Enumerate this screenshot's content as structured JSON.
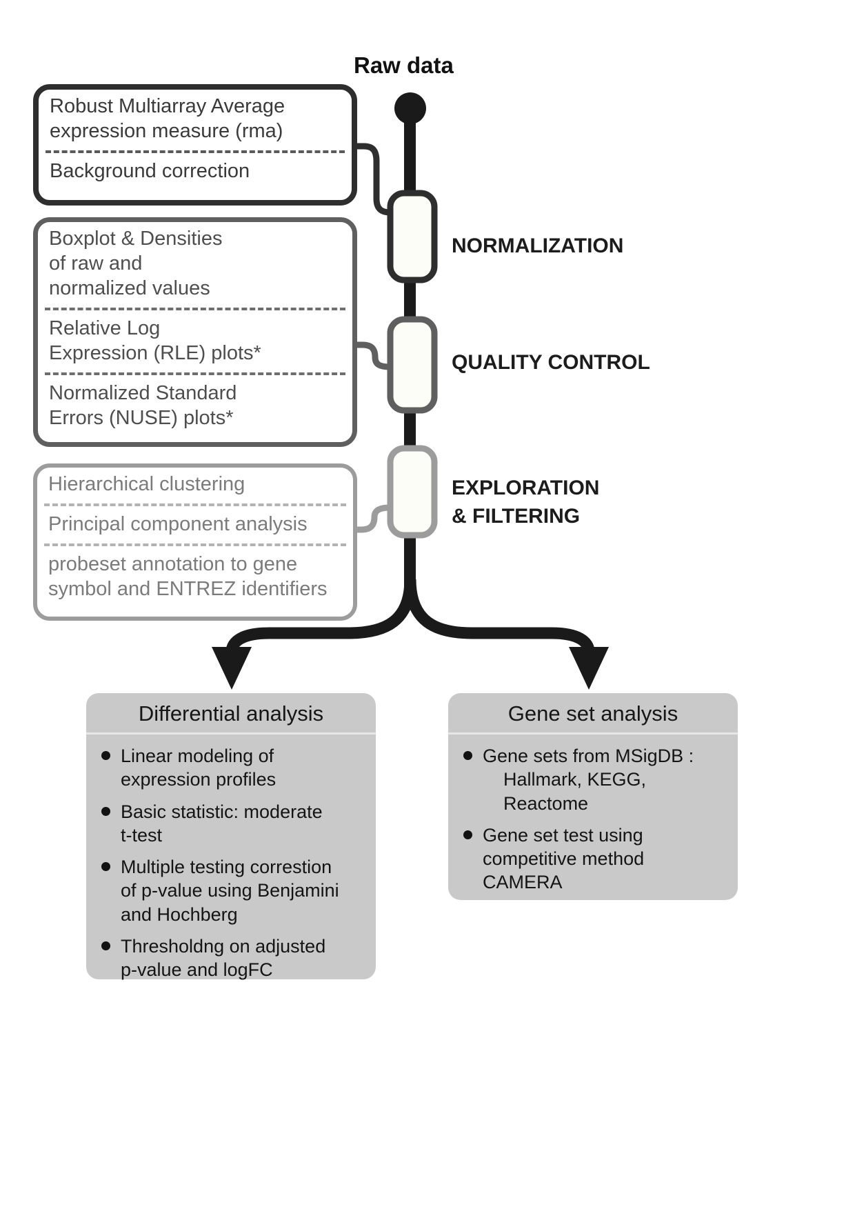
{
  "header": {
    "raw_data_label": "Raw data"
  },
  "stages": [
    {
      "label": "NORMALIZATION",
      "items": [
        "Robust Multiarray Average\nexpression measure (rma)",
        "Background correction"
      ]
    },
    {
      "label": "QUALITY CONTROL",
      "items": [
        "Boxplot & Densities\nof raw and\nnormalized values",
        "Relative Log\nExpression (RLE) plots*",
        "Normalized Standard\nErrors (NUSE) plots*"
      ]
    },
    {
      "label": "EXPLORATION\n& FILTERING",
      "items": [
        "Hierarchical clustering",
        "Principal component analysis",
        "probeset annotation to gene\nsymbol and ENTREZ identifiers"
      ]
    }
  ],
  "panels": [
    {
      "title": "Differential analysis",
      "bullets": [
        "Linear modeling of\nexpression profiles",
        "Basic statistic: moderate\nt-test",
        "Multiple testing correstion\nof p-value using Benjamini\nand Hochberg",
        "Thresholdng on adjusted\np-value and logFC"
      ]
    },
    {
      "title": "Gene set analysis",
      "bullets": [
        "Gene sets from MSigDB :\n    Hallmark, KEGG,\n    Reactome",
        "Gene set test using\ncompetitive method\nCAMERA"
      ]
    }
  ],
  "colors": {
    "stage1_border": "#2e2e2e",
    "stage2_border": "#5f5f5f",
    "stage3_border": "#9c9c9c",
    "flow_line": "#1a1a1a",
    "node_fill": "#fdfdf8",
    "panel_bg": "#c9c9c9"
  }
}
